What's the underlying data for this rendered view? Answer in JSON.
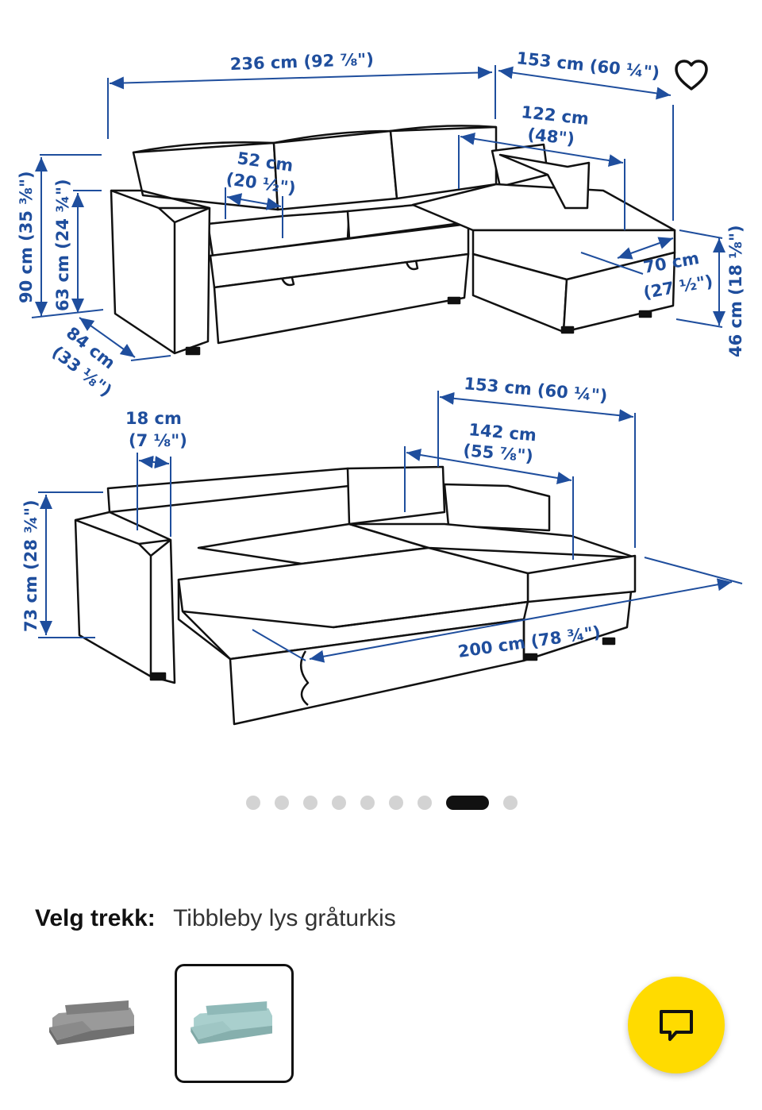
{
  "dimensions": {
    "d236": "236 cm (92 ⅞\")",
    "d153a": "153 cm (60 ¼\")",
    "d122a": "122 cm",
    "d122b": "(48\")",
    "d52a": "52 cm",
    "d52b": "(20 ½\")",
    "d90": "90 cm (35 ⅜\")",
    "d63": "63 cm (24 ¾\")",
    "d84a": "84 cm",
    "d84b": "(33 ⅛\")",
    "d70a": "70 cm",
    "d70b": "(27 ½\")",
    "d46": "46 cm (18 ⅛\")",
    "d153b": "153 cm (60 ¼\")",
    "d142a": "142 cm",
    "d142b": "(55 ⅞\")",
    "d18a": "18 cm",
    "d18b": "(7 ⅛\")",
    "d73": "73 cm (28 ¾\")",
    "d200": "200 cm (78 ¾\")"
  },
  "gallery": {
    "dot_count": 9,
    "active_index": 7
  },
  "cover": {
    "label": "Velg trekk:",
    "value": "Tibbleby lys gråturkis"
  },
  "swatches": [
    {
      "name": "grey",
      "color": "#8c8c8c"
    },
    {
      "name": "light-grey-turquoise",
      "color": "#9cc4c4",
      "selected": true
    }
  ],
  "colors": {
    "dimension": "#1f4e9d",
    "chat": "#ffdb00"
  },
  "icons": {
    "favourite": "heart-icon",
    "chat": "chat-icon"
  }
}
